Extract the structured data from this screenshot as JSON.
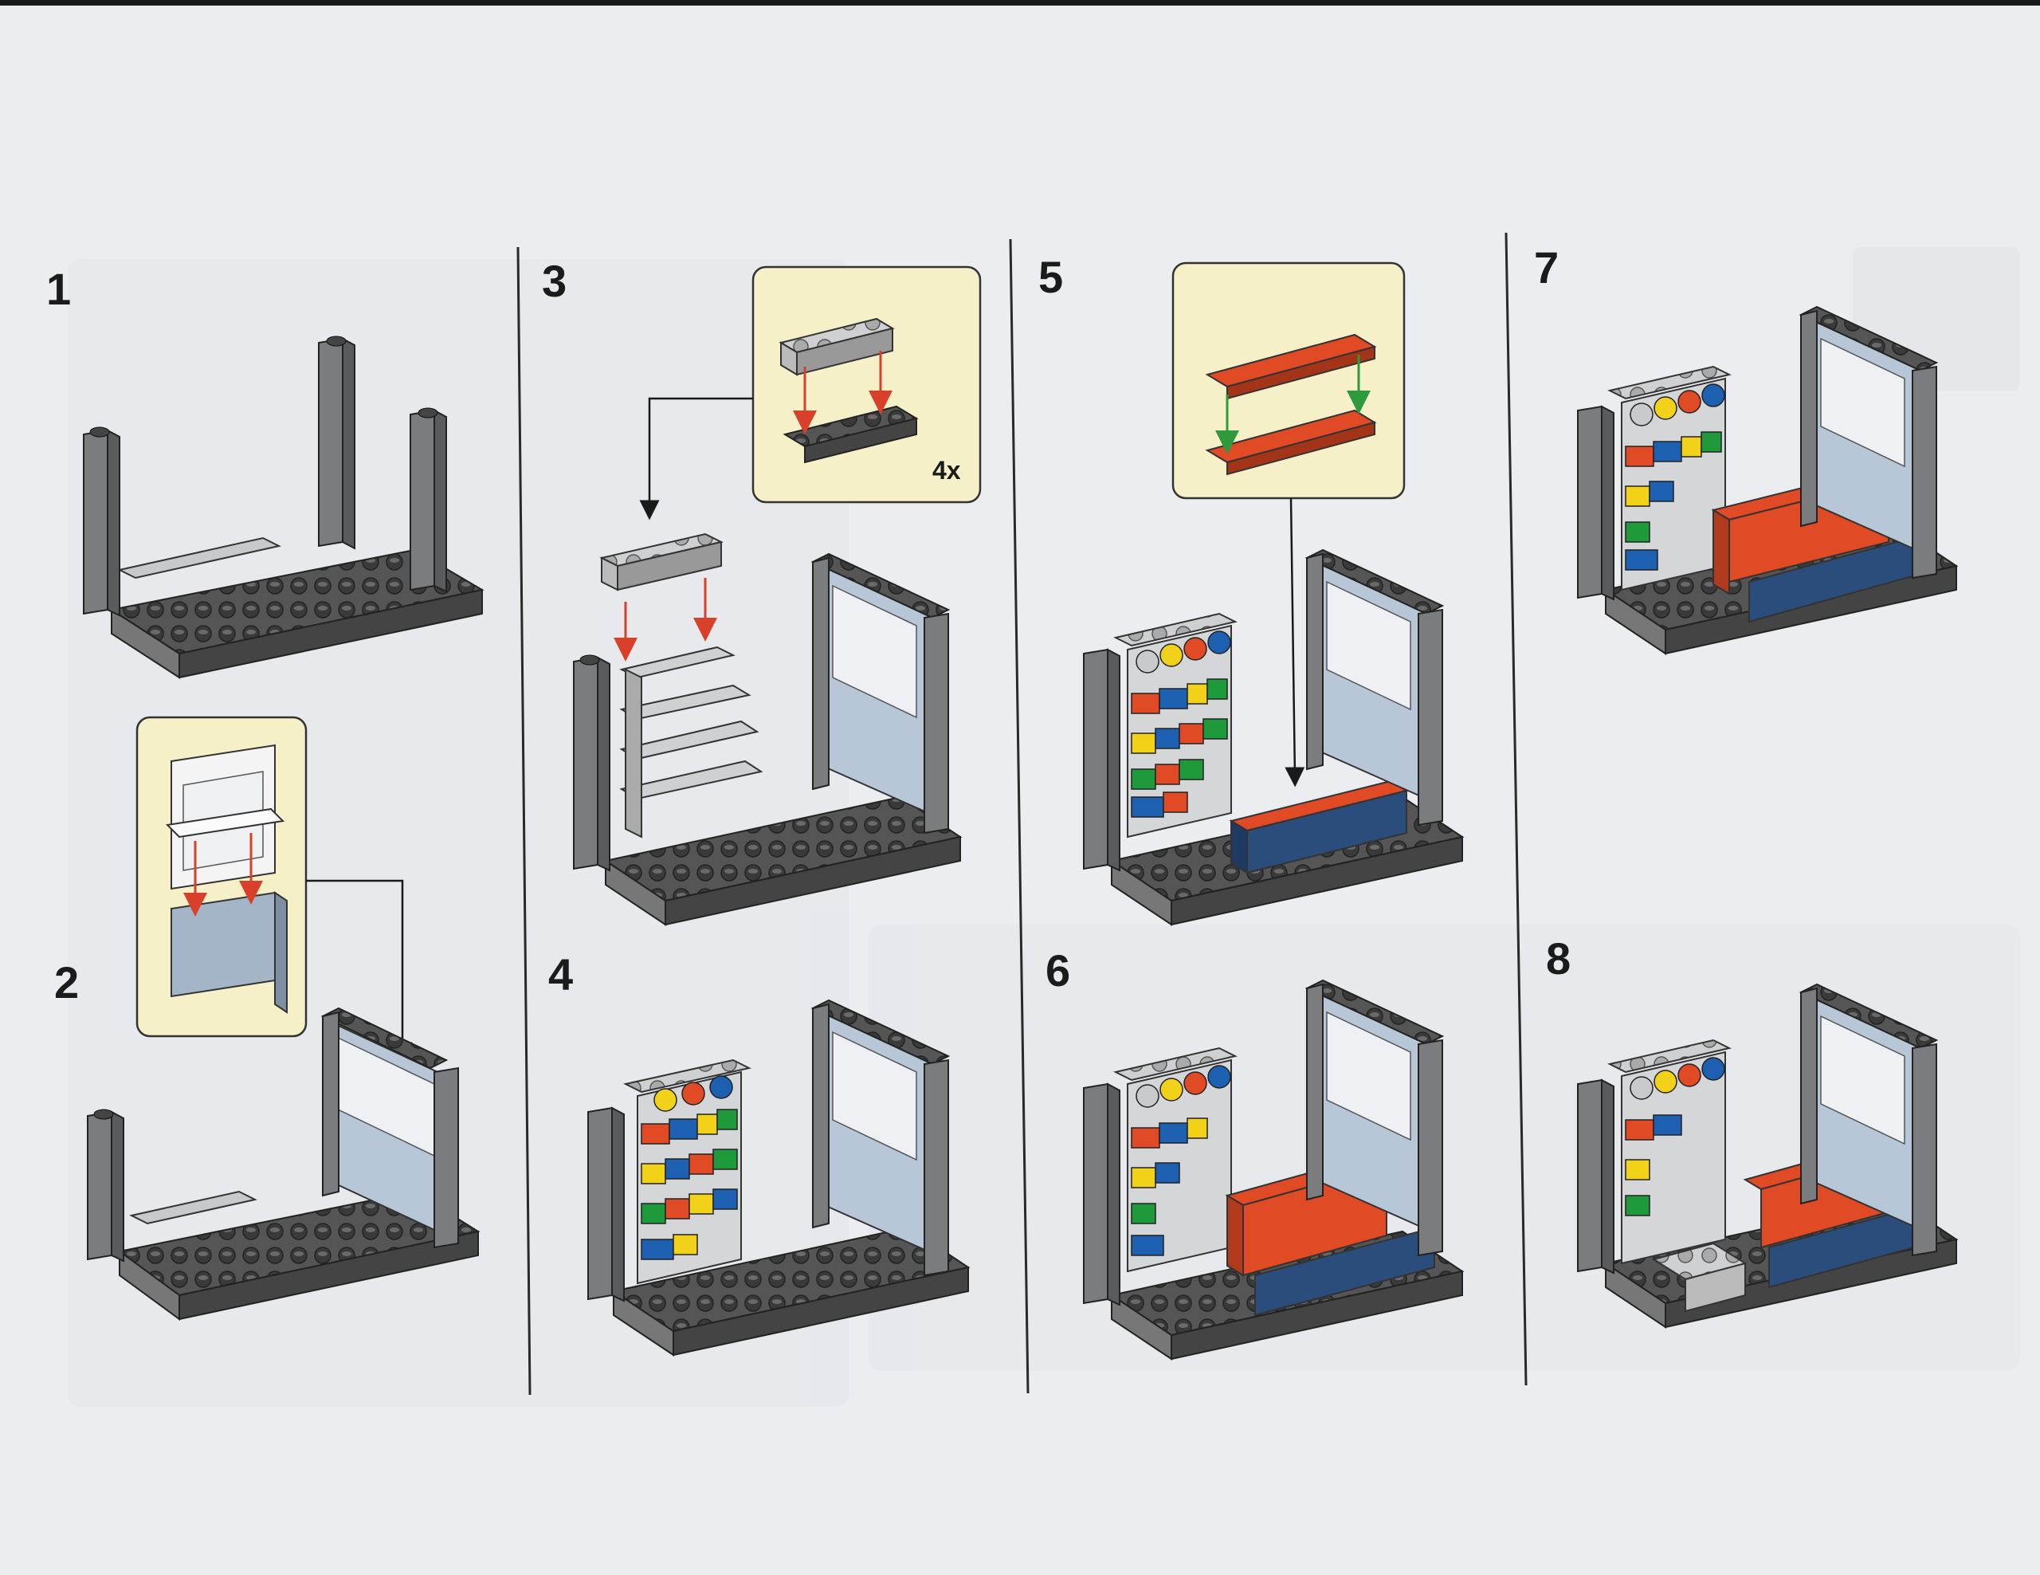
{
  "document": {
    "type": "building-instructions",
    "steps": [
      {
        "number": "1"
      },
      {
        "number": "2"
      },
      {
        "number": "3"
      },
      {
        "number": "4"
      },
      {
        "number": "5"
      },
      {
        "number": "6"
      },
      {
        "number": "7"
      },
      {
        "number": "8"
      }
    ],
    "callouts": {
      "step3_multiplier": "4x"
    },
    "colors": {
      "page": "#ecedf1",
      "ghost_panel": "#e4e6eb",
      "baseplate": "#525252",
      "stud": "#3a3a3a",
      "light_gray": "#c9cacc",
      "pillar": "#7a7b7d",
      "window_glass": "#b7c7d8",
      "callout_bg": "#f6f0c9",
      "arrow_red": "#d8402a",
      "arrow_green": "#2e9a3b",
      "brick_red": "#e04a24",
      "brick_blue": "#1d5fb0",
      "brick_yellow": "#f2d218",
      "brick_green": "#1f9a3a",
      "counter_blue": "#2a4d7c"
    }
  }
}
